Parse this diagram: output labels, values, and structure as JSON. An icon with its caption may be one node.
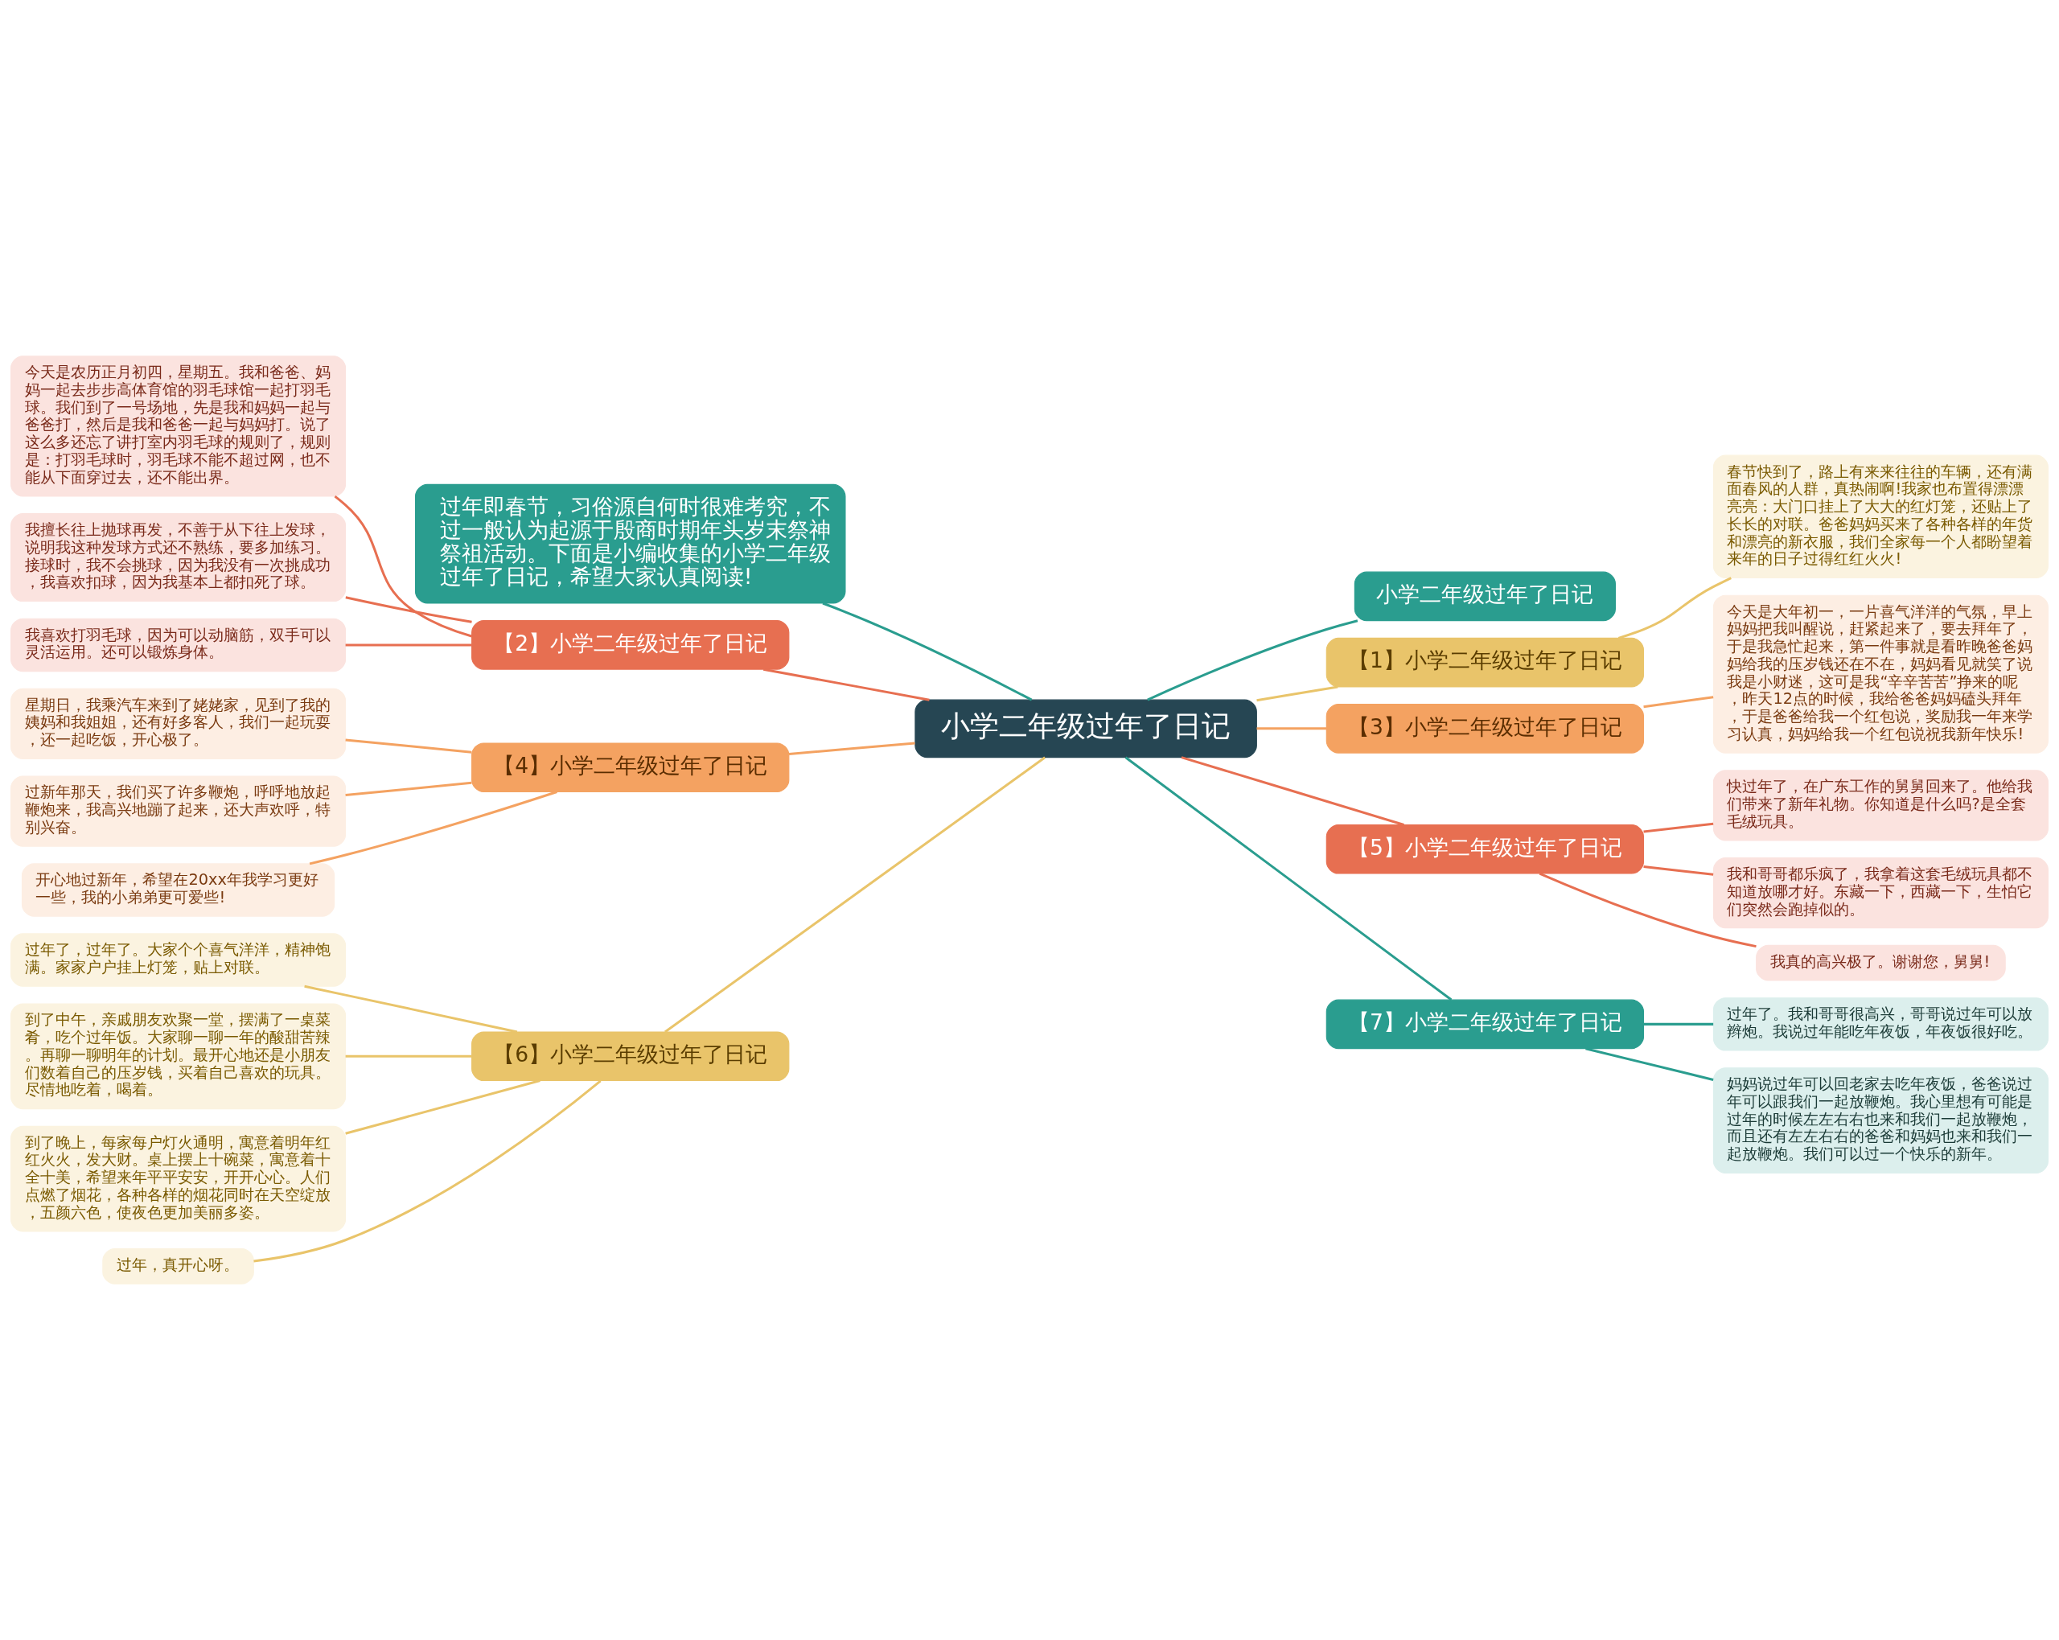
{
  "diagram": {
    "nodes": [
      {
        "text": [
          "小学二年级过年了日记"
        ]
      },
      {
        "text": [
          "过年即春节，习俗源自何时很难考究，不过一般认为起源于殷商时期年头岁末祭神祭祖活动。下面是小编收集的小学二年级过年了日记，希望大家认真阅读!"
        ]
      },
      {
        "text": [
          "小学二年级过年了日记"
        ]
      },
      {
        "text": [
          "【1】小学二年级过年了日记"
        ]
      },
      {
        "text": [
          "春节快到了，路上有来来往往的车辆，还有满面春风的人群，真热闹啊!我家也布置得漂漂亮亮：大门口挂上了大大的红灯笼，还贴上了长长的对联。爸爸妈妈买来了各种各样的年货和漂亮的新衣服，我们全家每一个人都盼望着来年的日子过得红红火火!"
        ]
      },
      {
        "text": [
          "【2】小学二年级过年了日记"
        ]
      },
      {
        "text": [
          "今天是农历正月初四，星期五。我和爸爸、妈妈一起去步步高体育馆的羽毛球馆一起打羽毛球。我们到了一号场地，先是我和妈妈一起与爸爸打，然后是我和爸爸一起与妈妈打。说了这么多还忘了讲打室内羽毛球的规则了，规则是：打羽毛球时，羽毛球不能不超过网，也不能从下面穿过去，还不能出界。"
        ]
      },
      {
        "text": [
          "我擅长往上抛球再发，不善于从下往上发球，说明我这种发球方式还不熟练，要多加练习。接球时，我不会挑球，因为我没有一次挑成功，我喜欢扣球，因为我基本上都扣死了球。"
        ]
      },
      {
        "text": [
          "我喜欢打羽毛球，因为可以动脑筋，双手可以灵活运用。还可以锻炼身体。"
        ]
      },
      {
        "text": [
          "【3】小学二年级过年了日记"
        ]
      },
      {
        "text": [
          "今天是大年初一，一片喜气洋洋的气氛，早上妈妈把我叫醒说，赶紧起来了，要去拜年了，于是我急忙起来，第一件事就是看昨晚爸爸妈妈给我的压岁钱还在不在，妈妈看见就笑了说我是小财迷，这可是我“辛辛苦苦”挣来的呢，昨天12点的时候，我给爸爸妈妈磕头拜年，于是爸爸给我一个红包说，奖励我一年来学习认真，妈妈给我一个红包说祝我新年快乐!"
        ]
      },
      {
        "text": [
          "【4】小学二年级过年了日记"
        ]
      },
      {
        "text": [
          "星期日，我乘汽车来到了姥姥家，见到了我的姨妈和我姐姐，还有好多客人，我们一起玩耍，还一起吃饭，开心极了。"
        ]
      },
      {
        "text": [
          "过新年那天，我们买了许多鞭炮，呼呼地放起鞭炮来，我高兴地蹦了起来，还大声欢呼，特别兴奋。"
        ]
      },
      {
        "text": [
          "开心地过新年，希望在20xx年我学习更好一些，我的小弟弟更可爱些!"
        ]
      },
      {
        "text": [
          "【5】小学二年级过年了日记"
        ]
      },
      {
        "text": [
          "快过年了，在广东工作的舅舅回来了。他给我们带来了新年礼物。你知道是什么吗?是全套毛绒玩具。"
        ]
      },
      {
        "text": [
          "我和哥哥都乐疯了，我拿着这套毛绒玩具都不知道放哪才好。东藏一下，西藏一下，生怕它们突然会跑掉似的。"
        ]
      },
      {
        "text": [
          "我真的高兴极了。谢谢您，舅舅!"
        ]
      },
      {
        "text": [
          "【6】小学二年级过年了日记"
        ]
      },
      {
        "text": [
          "过年了，过年了。大家个个喜气洋洋，精神饱满。家家户户挂上灯笼，贴上对联。"
        ]
      },
      {
        "text": [
          "到了中午，亲戚朋友欢聚一堂，摆满了一桌菜肴，吃个过年饭。大家聊一聊一年的酸甜苦辣。再聊一聊明年的计划。最开心地还是小朋友们数着自己的压岁钱，买着自己喜欢的玩具。尽情地吃着，喝着。"
        ]
      },
      {
        "text": [
          "到了晚上，每家每户灯火通明，寓意着明年红红火火，发大财。桌上摆上十碗菜，寓意着十全十美，希望来年平平安安，开开心心。人们点燃了烟花，各种各样的烟花同时在天空绽放，五颜六色，使夜色更加美丽多姿。"
        ]
      },
      {
        "text": [
          "过年，真开心呀。"
        ]
      },
      {
        "text": [
          "【7】小学二年级过年了日记"
        ]
      },
      {
        "text": [
          "过年了。我和哥哥很高兴，哥哥说过年可以放辫炮。我说过年能吃年夜饭，年夜饭很好吃。"
        ]
      },
      {
        "text": [
          "妈妈说过年可以回老家去吃年夜饭，爸爸说过年可以跟我们一起放鞭炮。我心里想有可能是过年的时候左左右右也来和我们一起放鞭炮，而且还有左左右右的爸爸和妈妈也来和我们一起放鞭炮。我们可以过一个快乐的新年。"
        ]
      }
    ],
    "edges": [
      {
        "from": 0,
        "to": 1,
        "arrow": "none",
        "color": "#2a9d8f"
      },
      {
        "from": 0,
        "to": 2,
        "arrow": "none",
        "color": "#2a9d8f"
      },
      {
        "from": 0,
        "to": 3,
        "arrow": "none",
        "color": "#e9c46a"
      },
      {
        "from": 3,
        "to": 4,
        "arrow": "none",
        "color": "#e9c46a"
      },
      {
        "from": 0,
        "to": 5,
        "arrow": "none",
        "color": "#e76f51"
      },
      {
        "from": 5,
        "to": 6,
        "arrow": "none",
        "color": "#e76f51"
      },
      {
        "from": 5,
        "to": 7,
        "arrow": "none",
        "color": "#e76f51"
      },
      {
        "from": 5,
        "to": 8,
        "arrow": "none",
        "color": "#e76f51"
      },
      {
        "from": 0,
        "to": 9,
        "arrow": "none",
        "color": "#f4a261"
      },
      {
        "from": 9,
        "to": 10,
        "arrow": "none",
        "color": "#f4a261"
      },
      {
        "from": 0,
        "to": 11,
        "arrow": "none",
        "color": "#f4a261"
      },
      {
        "from": 11,
        "to": 12,
        "arrow": "none",
        "color": "#f4a261"
      },
      {
        "from": 11,
        "to": 13,
        "arrow": "none",
        "color": "#f4a261"
      },
      {
        "from": 11,
        "to": 14,
        "arrow": "none",
        "color": "#f4a261"
      },
      {
        "from": 0,
        "to": 15,
        "arrow": "none",
        "color": "#e76f51"
      },
      {
        "from": 15,
        "to": 16,
        "arrow": "none",
        "color": "#e76f51"
      },
      {
        "from": 15,
        "to": 17,
        "arrow": "none",
        "color": "#e76f51"
      },
      {
        "from": 15,
        "to": 18,
        "arrow": "none",
        "color": "#e76f51"
      },
      {
        "from": 0,
        "to": 19,
        "arrow": "none",
        "color": "#e9c46a"
      },
      {
        "from": 19,
        "to": 20,
        "arrow": "none",
        "color": "#e9c46a"
      },
      {
        "from": 19,
        "to": 21,
        "arrow": "none",
        "color": "#e9c46a"
      },
      {
        "from": 19,
        "to": 22,
        "arrow": "none",
        "color": "#e9c46a"
      },
      {
        "from": 19,
        "to": 23,
        "arrow": "none",
        "color": "#e9c46a"
      },
      {
        "from": 0,
        "to": 24,
        "arrow": "none",
        "color": "#2a9d8f"
      },
      {
        "from": 24,
        "to": 25,
        "arrow": "none",
        "color": "#2a9d8f"
      },
      {
        "from": 24,
        "to": 26,
        "arrow": "none",
        "color": "#2a9d8f"
      }
    ]
  }
}
